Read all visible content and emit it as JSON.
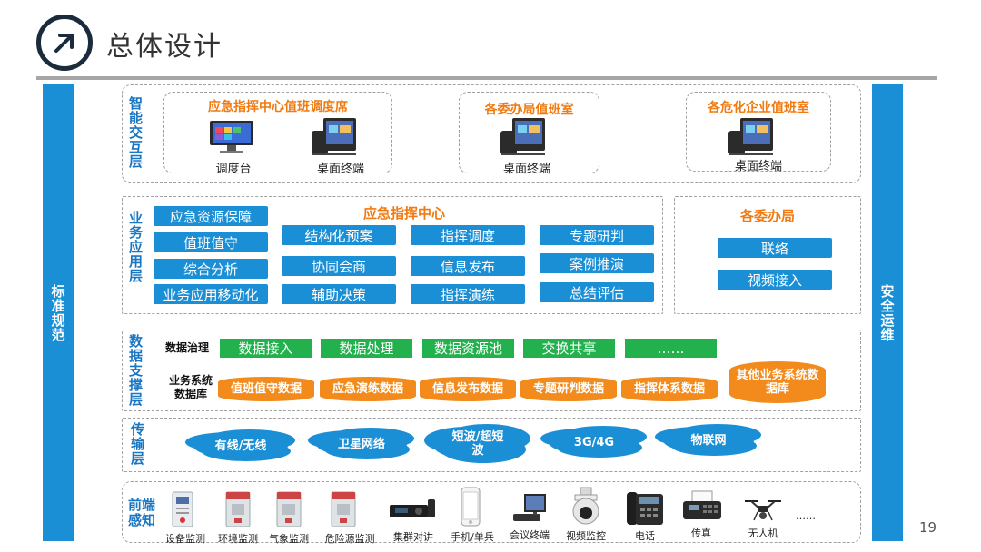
{
  "header": {
    "title": "总体设计"
  },
  "side": {
    "left": "标准规范",
    "right": "安全运维"
  },
  "page_number": "19",
  "layers": {
    "interaction": {
      "label": "智能交互层",
      "groups": [
        {
          "title": "应急指挥中心值班调度席",
          "devices": [
            "调度台",
            "桌面终端"
          ]
        },
        {
          "title": "各委办局值班室",
          "devices": [
            "桌面终端"
          ]
        },
        {
          "title": "各危化企业值班室",
          "devices": [
            "桌面终端"
          ]
        }
      ]
    },
    "business": {
      "label": "业务应用层",
      "left_buttons": [
        "应急资源保障",
        "值班值守",
        "综合分析",
        "业务应用移动化"
      ],
      "center_title": "应急指挥中心",
      "center_grid": [
        "结构化预案",
        "指挥调度",
        "专题研判",
        "协同会商",
        "信息发布",
        "案例推演",
        "辅助决策",
        "指挥演练",
        "总结评估"
      ],
      "right_title": "各委办局",
      "right_buttons": [
        "联络",
        "视频接入"
      ]
    },
    "data": {
      "label": "数据支撑层",
      "governance_label": "数据治理",
      "governance_items": [
        "数据接入",
        "数据处理",
        "数据资源池",
        "交换共享",
        "……"
      ],
      "db_label_1": "业务系统",
      "db_label_2": "数据库",
      "databases": [
        "值班值守数据",
        "应急演练数据",
        "信息发布数据",
        "专题研判数据",
        "指挥体系数据"
      ],
      "other_db": "其他业务系统数据库"
    },
    "transport": {
      "label": "传输层",
      "clouds": [
        "有线/无线",
        "卫星网络",
        "短波/超短波",
        "3G/4G",
        "物联网"
      ]
    },
    "sensing": {
      "label": "前端感知",
      "devices": [
        "设备监测",
        "环境监测",
        "气象监测",
        "危险源监测",
        "集群对讲",
        "手机/单兵",
        "会议终端",
        "视频监控",
        "电话",
        "传真",
        "无人机"
      ],
      "more": "……"
    }
  },
  "colors": {
    "blue": "#1b8fd6",
    "green": "#22b14c",
    "orange": "#f28a1c",
    "title_blue": "#1b76c2",
    "title_orange": "#f07b12"
  }
}
